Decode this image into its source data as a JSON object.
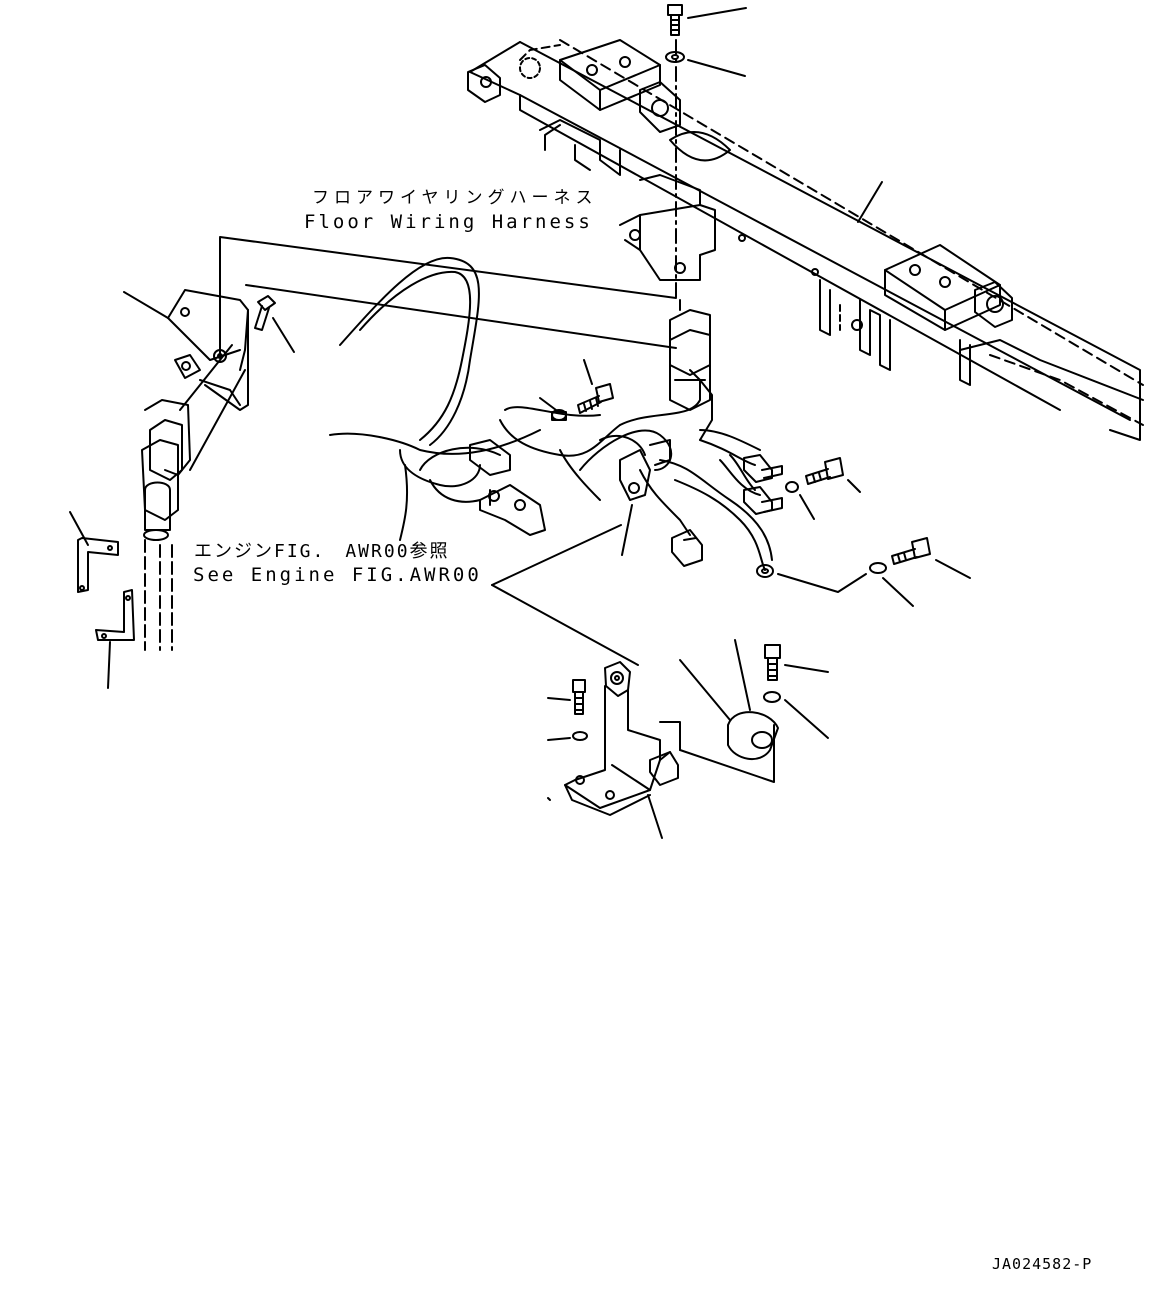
{
  "labels": {
    "floor_harness_jp": "フロアワイヤリングハーネス",
    "floor_harness_en": "Floor Wiring Harness",
    "engine_ref_jp": "エンジンFIG.　AWR00参照",
    "engine_ref_en": "See Engine FIG.AWR00",
    "drawing_number": "JA024582-P"
  },
  "parts": [
    "frame-rail",
    "bracket",
    "connector",
    "bolt",
    "washer",
    "clamp",
    "cushion",
    "l-plate",
    "wiring-harness"
  ]
}
